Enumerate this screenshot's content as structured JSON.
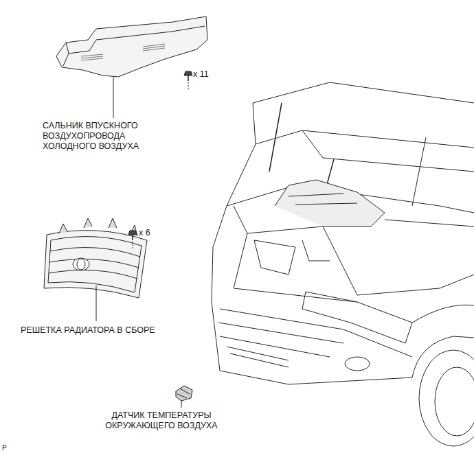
{
  "diagram": {
    "labels": [
      "САЛЬНИК ВПУСКНОГО ВОЗДУХОПРОВОДА ХОЛОДНОГО ВОЗДУХА",
      "x 11",
      "РЕШЕТКА РАДИАТОРА В СБОРЕ",
      "x 6",
      "ДАТЧИК ТЕМПЕРАТУРЫ ОКРУЖАЮЩЕГО ВОЗДУХА",
      "P"
    ]
  }
}
